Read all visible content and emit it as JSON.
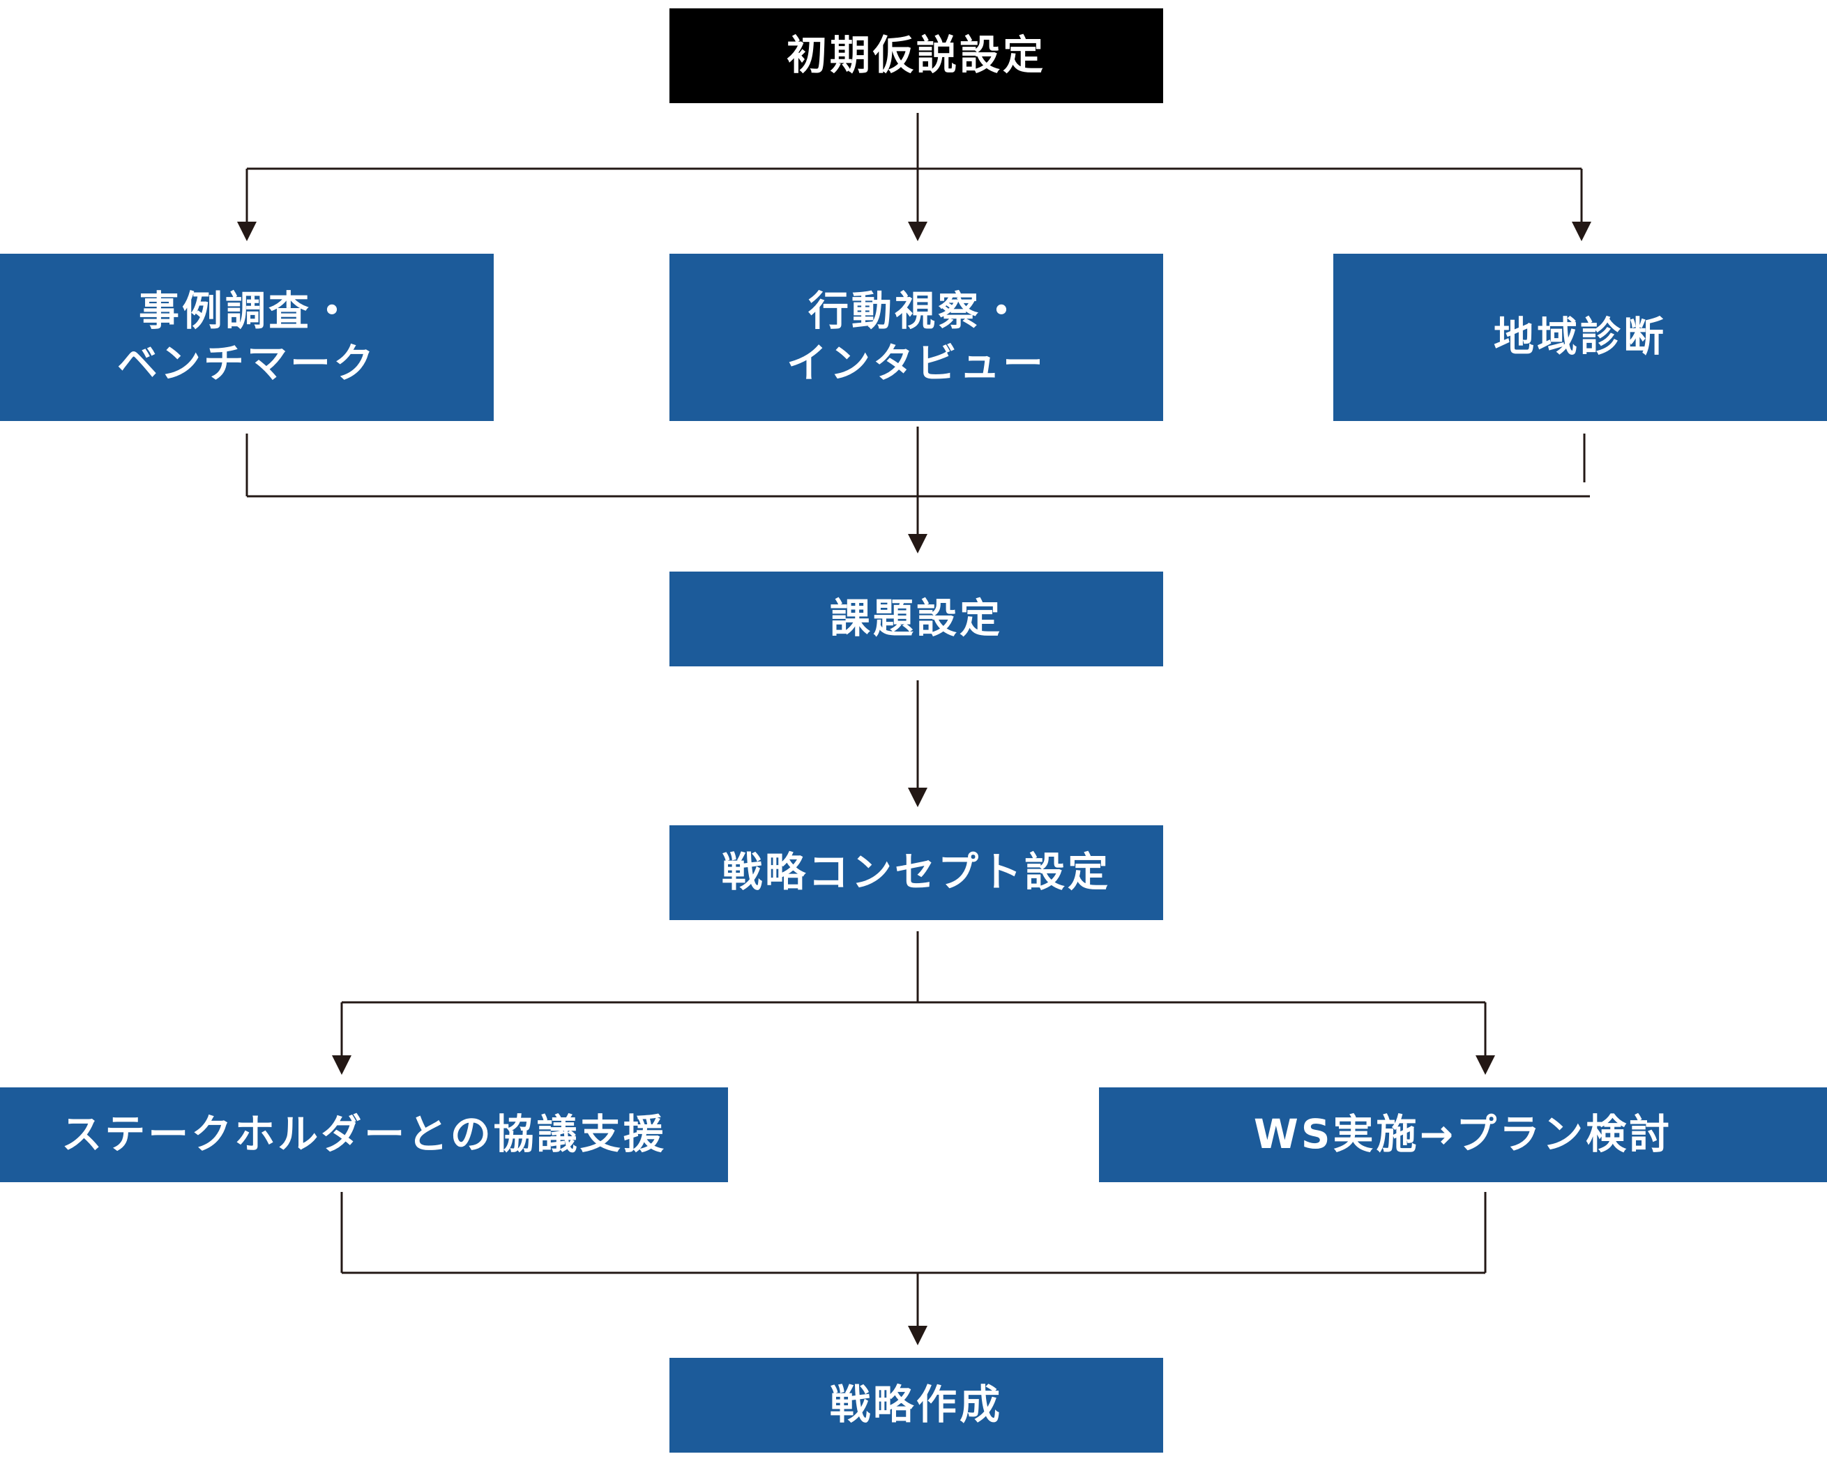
{
  "colors": {
    "node_fill": "#1c5b9a",
    "start_node_fill": "#000000",
    "node_text": "#ffffff",
    "connector": "#231815"
  },
  "nodes": {
    "initial_hypothesis": {
      "text": "初期仮説設定"
    },
    "case_study": {
      "line1": "事例調査・",
      "line2": "ベンチマーク"
    },
    "observation": {
      "line1": "行動視察・",
      "line2": "インタビュー"
    },
    "regional_diagnosis": {
      "text": "地域診断"
    },
    "issue_setting": {
      "text": "課題設定"
    },
    "strategy_concept": {
      "text": "戦略コンセプト設定"
    },
    "stakeholder_support": {
      "text": "ステークホルダーとの協議支援"
    },
    "ws_plan": {
      "text": "WS実施→プラン検討"
    },
    "strategy_creation": {
      "text": "戦略作成"
    }
  }
}
